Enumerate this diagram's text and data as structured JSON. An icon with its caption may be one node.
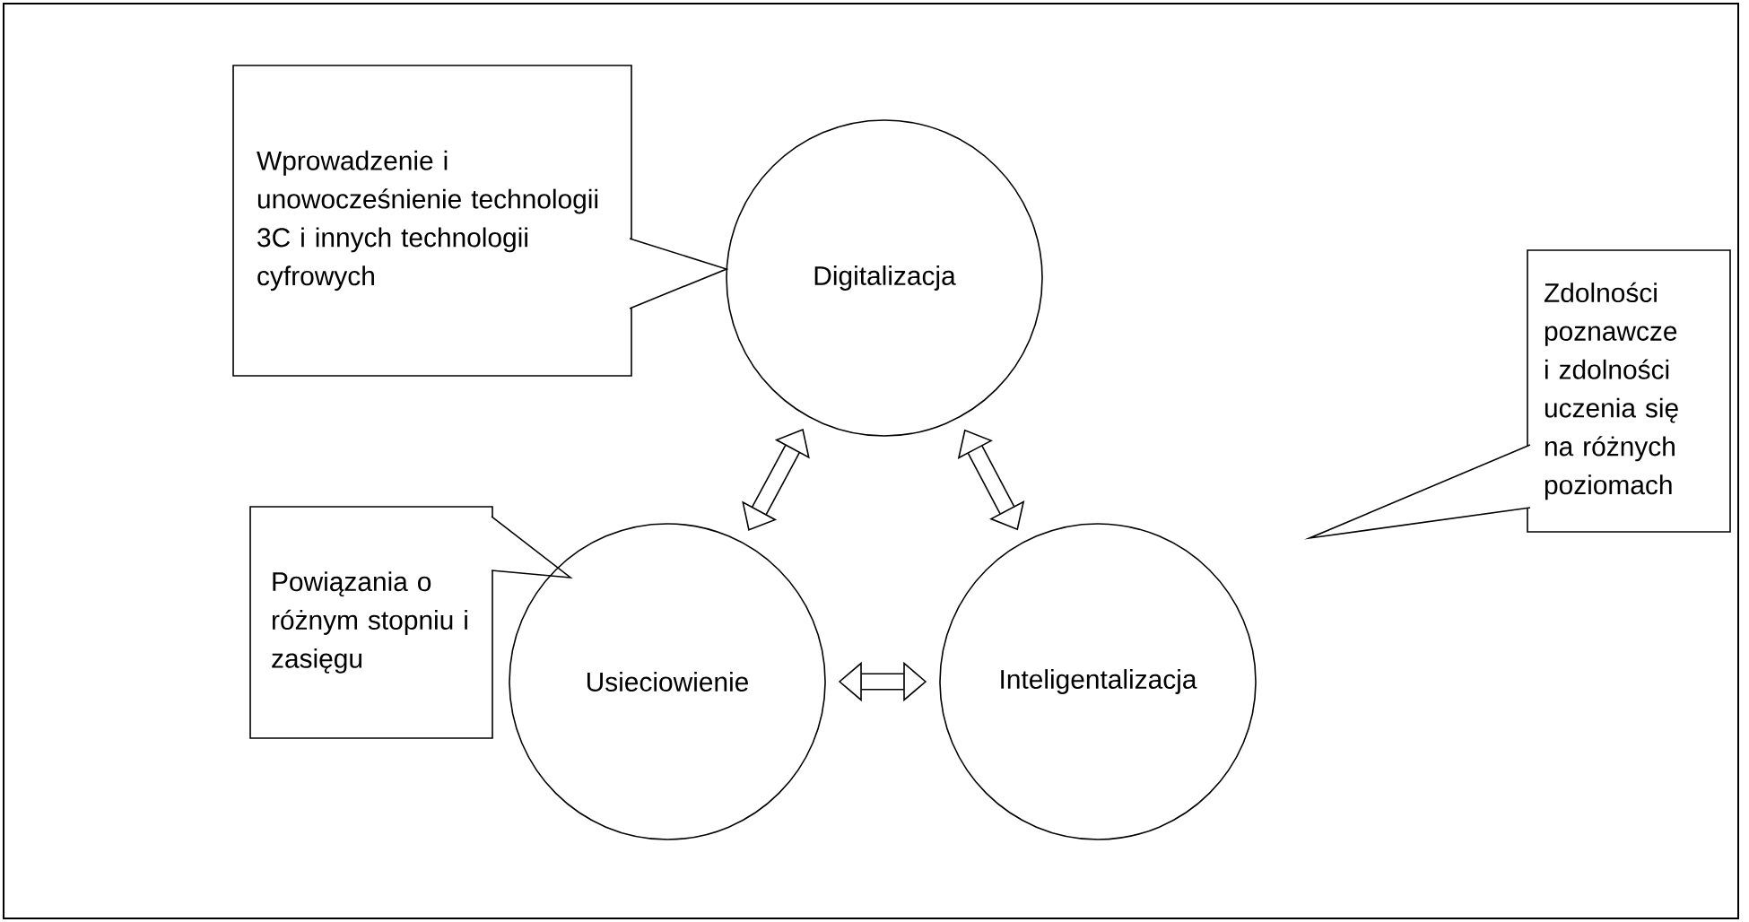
{
  "diagram": {
    "nodes": [
      {
        "text": [
          "Wprowadzenie i unowocześnienie technologii 3C i innych technologii cyfrowych"
        ]
      },
      {
        "text": [
          "Digitalizacja"
        ]
      },
      {
        "text": [
          "Zdolności poznawcze i zdolności uczenia się na różnych poziomach"
        ]
      },
      {
        "text": [
          "Powiązania o różnym stopniu i zasięgu"
        ]
      },
      {
        "text": [
          "Usieciowienie"
        ]
      },
      {
        "text": [
          "Inteligentalizacja"
        ]
      }
    ],
    "edges": [
      {
        "from": 4,
        "to": 1,
        "arrow": "both"
      },
      {
        "from": 1,
        "to": 5,
        "arrow": "both"
      },
      {
        "from": 4,
        "to": 5,
        "arrow": "both"
      }
    ]
  }
}
